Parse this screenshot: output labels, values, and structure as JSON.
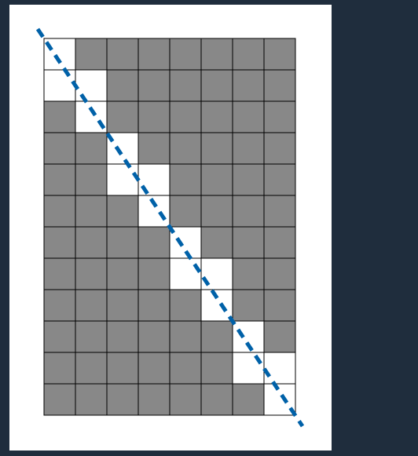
{
  "grid": {
    "cols": 8,
    "rows": 12,
    "covered_cells": [
      [
        0,
        0
      ],
      [
        1,
        0
      ],
      [
        1,
        1
      ],
      [
        2,
        1
      ],
      [
        3,
        2
      ],
      [
        4,
        2
      ],
      [
        4,
        3
      ],
      [
        5,
        3
      ],
      [
        6,
        4
      ],
      [
        7,
        4
      ],
      [
        7,
        5
      ],
      [
        8,
        5
      ],
      [
        9,
        6
      ],
      [
        10,
        6
      ],
      [
        10,
        7
      ],
      [
        11,
        7
      ]
    ],
    "colors": {
      "covered": "#ffffff",
      "uncovered": "#888888",
      "gridline": "#000000",
      "line": "#0061a8"
    }
  }
}
